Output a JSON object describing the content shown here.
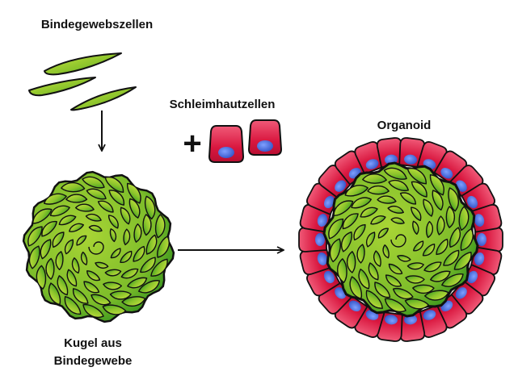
{
  "labels": {
    "fibroblasts": "Bindegewebszellen",
    "mucosa_cells": "Schleimhautzellen",
    "organoid": "Organoid",
    "sphere_line1": "Kugel aus",
    "sphere_line2": "Bindegewebe"
  },
  "symbols": {
    "plus": "+"
  },
  "colors": {
    "cell_green_light": "#b5dc2c",
    "cell_green_dark": "#2f9a1e",
    "mucosa_red": "#d9173f",
    "mucosa_red_light": "#f25a78",
    "nucleus_blue": "#3b5fd6",
    "outline": "#111111"
  }
}
